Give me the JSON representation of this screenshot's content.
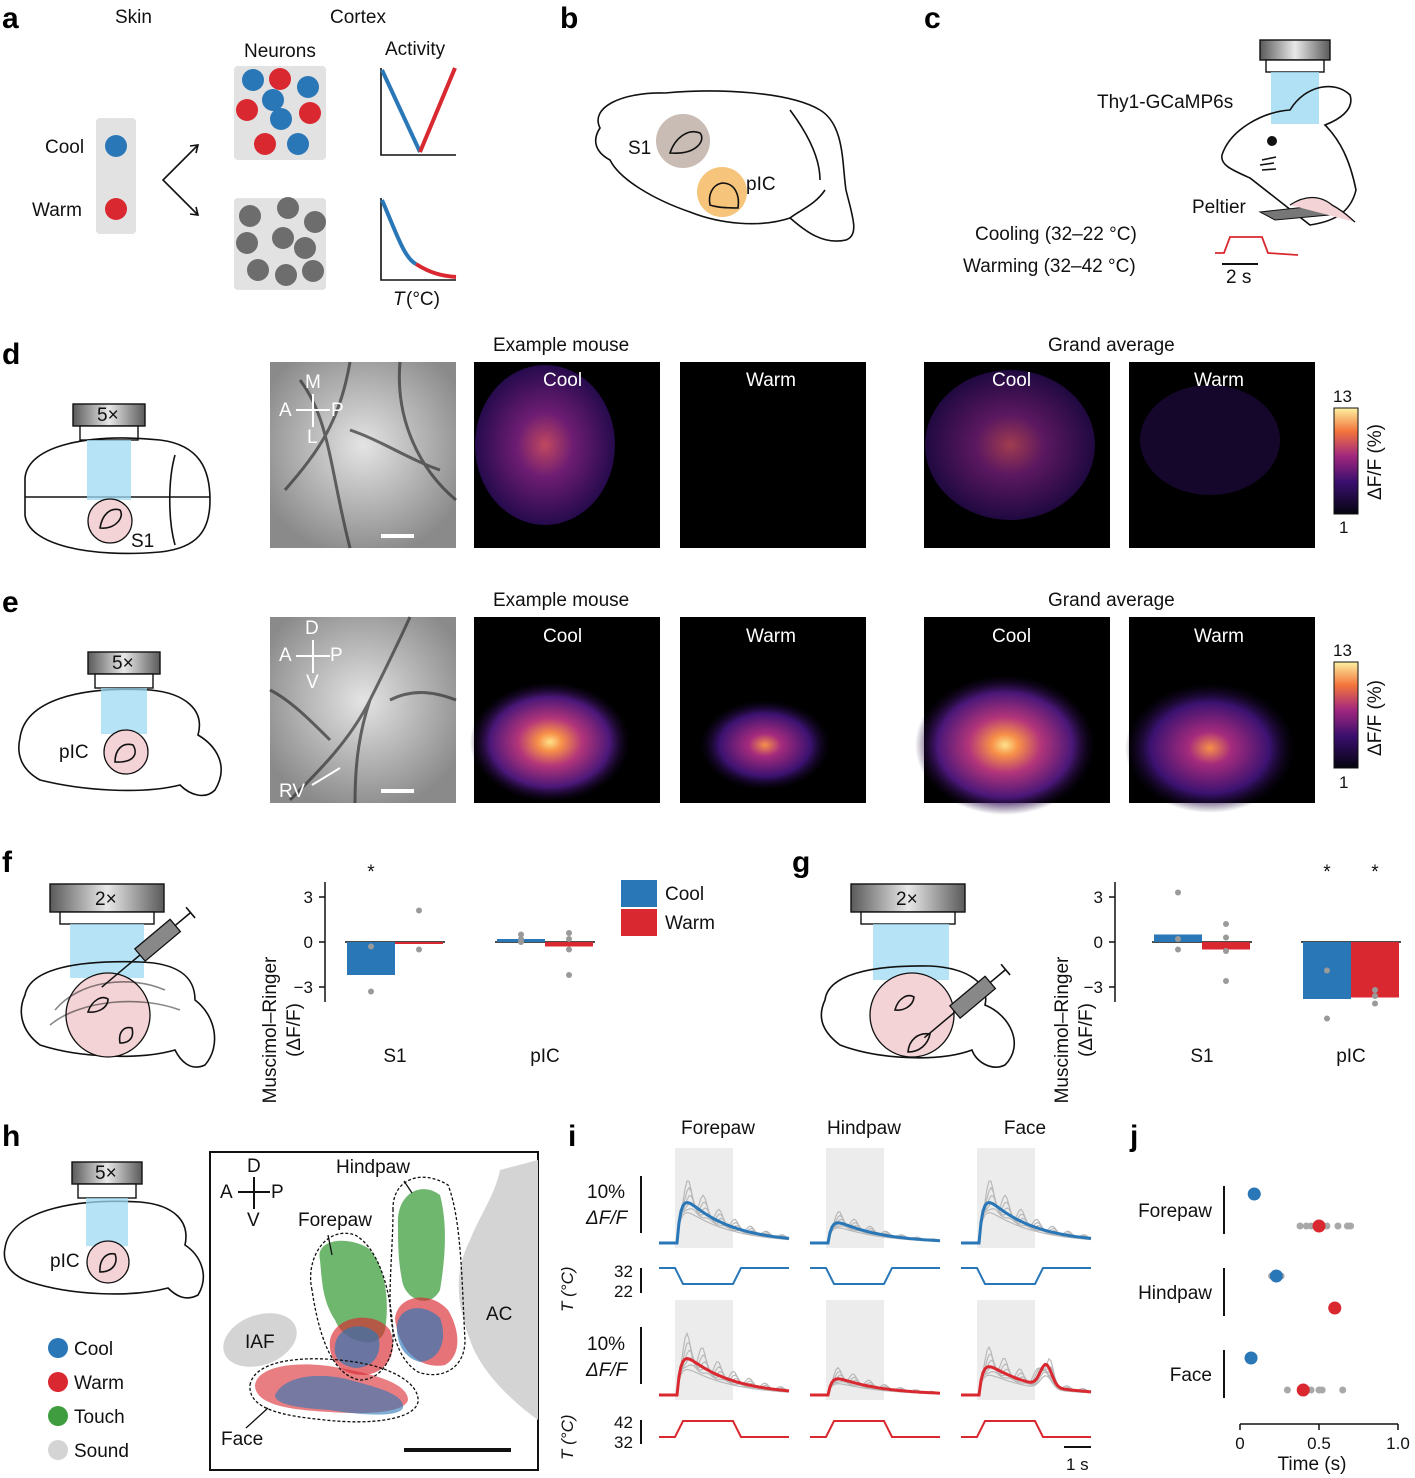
{
  "colors": {
    "cool": "#2a77b8",
    "warm": "#d9282f",
    "touch": "#3f9d3f",
    "sound": "#d4d4d4",
    "s1_fill": "#c9bcb4",
    "pic_fill": "#f7c47c",
    "light": "#9ed9f2",
    "skin": "#f3d3d6"
  },
  "panels": {
    "a": "a",
    "b": "b",
    "c": "c",
    "d": "d",
    "e": "e",
    "f": "f",
    "g": "g",
    "h": "h",
    "i": "i",
    "j": "j"
  },
  "a": {
    "skin": "Skin",
    "cortex": "Cortex",
    "neurons": "Neurons",
    "activity": "Activity",
    "cool": "Cool",
    "warm": "Warm",
    "t_label": "T",
    "t_unit": " (°C)"
  },
  "b": {
    "s1": "S1",
    "pic": "pIC"
  },
  "c": {
    "line": "Thy1-GCaMP6s",
    "peltier": "Peltier",
    "cooling": "Cooling (32–22 °C)",
    "warming": "Warming (32–42 °C)",
    "scale": "2 s"
  },
  "d": {
    "obj": "5×",
    "region": "S1",
    "example": "Example mouse",
    "grand": "Grand average",
    "cool": "Cool",
    "warm": "Warm",
    "axes": {
      "up": "M",
      "down": "L",
      "left": "A",
      "right": "P"
    },
    "cbar_max": "13",
    "cbar_min": "1",
    "cbar_label": "ΔF/F (%)"
  },
  "e": {
    "obj": "5×",
    "region": "pIC",
    "example": "Example mouse",
    "grand": "Grand average",
    "cool": "Cool",
    "warm": "Warm",
    "axes": {
      "up": "D",
      "down": "V",
      "left": "A",
      "right": "P"
    },
    "rv": "RV",
    "cbar_max": "13",
    "cbar_min": "1",
    "cbar_label": "ΔF/F (%)"
  },
  "f": {
    "obj": "2×",
    "ylabel1": "Muscimol–Ringer",
    "ylabel2": "(ΔF/F)",
    "legend_cool": "Cool",
    "legend_warm": "Warm",
    "star": "*"
  },
  "g": {
    "obj": "2×",
    "ylabel1": "Muscimol–Ringer",
    "ylabel2": "(ΔF/F)",
    "star": "*"
  },
  "h": {
    "obj": "5×",
    "region": "pIC",
    "axes": {
      "up": "D",
      "down": "V",
      "left": "A",
      "right": "P"
    },
    "hindpaw": "Hindpaw",
    "forepaw": "Forepaw",
    "face": "Face",
    "iaf": "IAF",
    "ac": "AC",
    "legend": [
      "Cool",
      "Warm",
      "Touch",
      "Sound"
    ]
  },
  "i": {
    "cols": [
      "Forepaw",
      "Hindpaw",
      "Face"
    ],
    "dff_pct": "10%",
    "dff_lab": "ΔF/F",
    "t_label": "T (°C)",
    "cool_t": [
      "32",
      "22"
    ],
    "warm_t": [
      "42",
      "32"
    ],
    "scale": "1 s"
  },
  "j": {
    "rows": [
      "Forepaw",
      "Hindpaw",
      "Face"
    ],
    "xlabel": "Time (s)"
  },
  "chart_data": [
    {
      "type": "bar",
      "panel": "f",
      "categories": [
        "S1",
        "pIC"
      ],
      "series": [
        {
          "name": "Cool",
          "values": [
            -2.2,
            0.2
          ]
        },
        {
          "name": "Warm",
          "values": [
            -0.1,
            -0.3
          ]
        }
      ],
      "points": {
        "Cool": [
          [
            -0.3,
            -3.3
          ],
          [
            0.0,
            0.2,
            0.5
          ]
        ],
        "Warm": [
          [
            2.1,
            -0.5
          ],
          [
            0.6,
            -0.5,
            -2.2,
            0.2
          ]
        ]
      },
      "yticks": [
        "3",
        "0",
        "−3"
      ],
      "ylim": [
        -4,
        4
      ],
      "significant": [
        "S1-Cool"
      ]
    },
    {
      "type": "bar",
      "panel": "g",
      "categories": [
        "S1",
        "pIC"
      ],
      "series": [
        {
          "name": "Cool",
          "values": [
            0.5,
            -3.8
          ]
        },
        {
          "name": "Warm",
          "values": [
            -0.5,
            -3.7
          ]
        }
      ],
      "points": {
        "Cool": [
          [
            3.3,
            0.2,
            -0.5
          ],
          [
            -1.9,
            -5.1
          ]
        ],
        "Warm": [
          [
            1.2,
            0.3,
            -0.6,
            -2.6
          ],
          [
            -3.2,
            -3.6,
            -4.1
          ]
        ]
      },
      "yticks": [
        "3",
        "0",
        "−3"
      ],
      "ylim": [
        -4,
        4
      ],
      "significant": [
        "pIC-Cool",
        "pIC-Warm"
      ]
    },
    {
      "type": "scatter",
      "panel": "j",
      "x_ticks": [
        "0",
        "0.5",
        "1.0"
      ],
      "xlim": [
        0,
        1.0
      ],
      "rows": [
        "Forepaw",
        "Hindpaw",
        "Face"
      ],
      "series": [
        {
          "name": "Cool",
          "values": [
            0.09,
            0.23,
            0.07
          ]
        },
        {
          "name": "Warm",
          "values": [
            0.5,
            0.6,
            0.4
          ]
        }
      ],
      "individual": {
        "Cool": [
          [
            0.08,
            0.1,
            0.11,
            0.09
          ],
          [
            0.2,
            0.24,
            0.26,
            0.22
          ],
          [
            0.05,
            0.08,
            0.07,
            0.06
          ]
        ],
        "Warm": [
          [
            0.38,
            0.42,
            0.45,
            0.55,
            0.62,
            0.68,
            0.7
          ],
          [
            0.58,
            0.61
          ],
          [
            0.3,
            0.45,
            0.5,
            0.52,
            0.65
          ]
        ]
      }
    },
    {
      "type": "line",
      "panel": "i",
      "columns": [
        "Forepaw",
        "Hindpaw",
        "Face"
      ],
      "cool_peak_dff_pct": [
        10,
        5,
        10
      ],
      "warm_peak_dff_pct": [
        9,
        4,
        7
      ]
    }
  ]
}
